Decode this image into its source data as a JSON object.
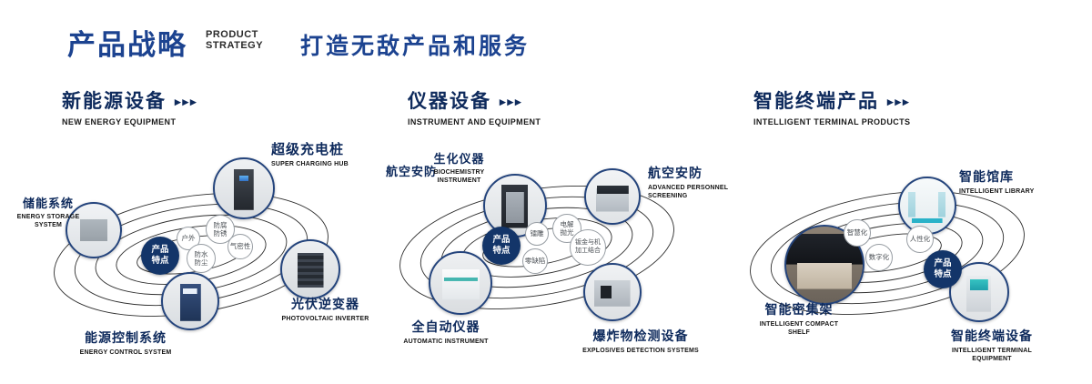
{
  "decor": {
    "arrows": "▸▸▸"
  },
  "header": {
    "title_cn": "产品战略",
    "title_en_1": "PRODUCT",
    "title_en_2": "STRATEGY",
    "slogan": "打造无敌产品和服务"
  },
  "sections": [
    {
      "title_cn": "新能源设备",
      "title_en": "NEW ENERGY EQUIPMENT",
      "badge": "产品特点",
      "features": [
        "户外",
        "防腐防锈",
        "防水防尘",
        "气密性"
      ],
      "nodes": [
        {
          "cn": "储能系统",
          "en": "ENERGY STORAGE SYSTEM"
        },
        {
          "cn": "超级充电桩",
          "en": "SUPER CHARGING HUB"
        },
        {
          "cn": "光伏逆变器",
          "en": "PHOTOVOLTAIC INVERTER"
        },
        {
          "cn": "能源控制系统",
          "en": "ENERGY CONTROL SYSTEM"
        }
      ]
    },
    {
      "title_cn": "仪器设备",
      "title_en": "INSTRUMENT AND EQUIPMENT",
      "badge": "产品特点",
      "aux_label": "航空安防",
      "features": [
        "镭雕",
        "电解抛光",
        "零缺陷",
        "钣金与机加工结合"
      ],
      "nodes": [
        {
          "cn": "生化仪器",
          "en": "BIOCHEMISTRY INSTRUMENT"
        },
        {
          "cn": "航空安防",
          "en": "ADVANCED PERSONNEL SCREENING"
        },
        {
          "cn": "全自动仪器",
          "en": "AUTOMATIC INSTRUMENT"
        },
        {
          "cn": "爆炸物检测设备",
          "en": "EXPLOSIVES DETECTION SYSTEMS"
        }
      ]
    },
    {
      "title_cn": "智能终端产品",
      "title_en": "INTELLIGENT TERMINAL PRODUCTS",
      "badge": "产品特点",
      "features": [
        "智慧化",
        "人性化",
        "数字化"
      ],
      "nodes": [
        {
          "cn": "智能馆库",
          "en": "INTELLIGENT LIBRARY"
        },
        {
          "cn": "智能密集架",
          "en": "INTELLIGENT COMPACT SHELF"
        },
        {
          "cn": "智能终端设备",
          "en": "INTELLIGENT TERMINAL EQUIPMENT"
        }
      ]
    }
  ]
}
